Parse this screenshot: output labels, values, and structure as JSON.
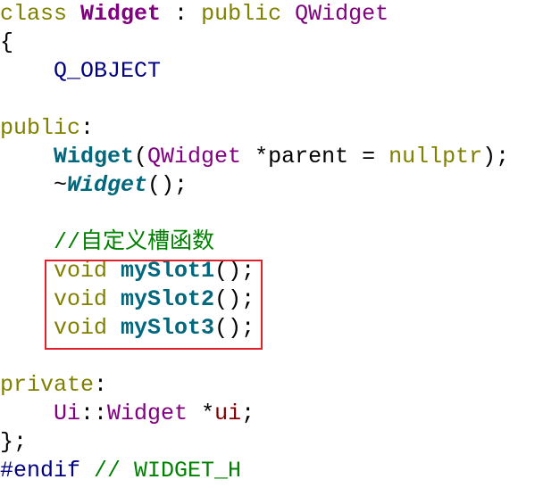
{
  "highlight_color": "#e0202a",
  "code_lines": [
    [
      {
        "t": "class",
        "c": "kw"
      },
      {
        "t": " ",
        "c": "pl"
      },
      {
        "t": "Widget",
        "c": "cls"
      },
      {
        "t": " : ",
        "c": "pl"
      },
      {
        "t": "public",
        "c": "kw"
      },
      {
        "t": " ",
        "c": "pl"
      },
      {
        "t": "QWidget",
        "c": "type"
      }
    ],
    [
      {
        "t": "{",
        "c": "pl"
      }
    ],
    [
      {
        "t": "    ",
        "c": "pl"
      },
      {
        "t": "Q_OBJECT",
        "c": "macro"
      }
    ],
    [],
    [
      {
        "t": "public",
        "c": "kw"
      },
      {
        "t": ":",
        "c": "pl"
      }
    ],
    [
      {
        "t": "    ",
        "c": "pl"
      },
      {
        "t": "Widget",
        "c": "fn"
      },
      {
        "t": "(",
        "c": "pl"
      },
      {
        "t": "QWidget",
        "c": "type"
      },
      {
        "t": " *parent = ",
        "c": "pl"
      },
      {
        "t": "nullptr",
        "c": "kw"
      },
      {
        "t": ");",
        "c": "pl"
      }
    ],
    [
      {
        "t": "    ~",
        "c": "pl"
      },
      {
        "t": "Widget",
        "c": "fni"
      },
      {
        "t": "();",
        "c": "pl"
      }
    ],
    [],
    [
      {
        "t": "    ",
        "c": "pl"
      },
      {
        "t": "//自定义槽函数",
        "c": "cm"
      }
    ],
    [
      {
        "t": "    ",
        "c": "pl"
      },
      {
        "t": "void",
        "c": "kw"
      },
      {
        "t": " ",
        "c": "pl"
      },
      {
        "t": "mySlot1",
        "c": "fn"
      },
      {
        "t": "();",
        "c": "pl"
      }
    ],
    [
      {
        "t": "    ",
        "c": "pl"
      },
      {
        "t": "void",
        "c": "kw"
      },
      {
        "t": " ",
        "c": "pl"
      },
      {
        "t": "mySlot2",
        "c": "fn"
      },
      {
        "t": "();",
        "c": "pl"
      }
    ],
    [
      {
        "t": "    ",
        "c": "pl"
      },
      {
        "t": "void",
        "c": "kw"
      },
      {
        "t": " ",
        "c": "pl"
      },
      {
        "t": "mySlot3",
        "c": "fn"
      },
      {
        "t": "();",
        "c": "pl"
      }
    ],
    [],
    [
      {
        "t": "private",
        "c": "kw"
      },
      {
        "t": ":",
        "c": "pl"
      }
    ],
    [
      {
        "t": "    ",
        "c": "pl"
      },
      {
        "t": "Ui",
        "c": "type"
      },
      {
        "t": "::",
        "c": "pl"
      },
      {
        "t": "Widget",
        "c": "type"
      },
      {
        "t": " *",
        "c": "pl"
      },
      {
        "t": "ui",
        "c": "var"
      },
      {
        "t": ";",
        "c": "pl"
      }
    ],
    [
      {
        "t": "};",
        "c": "pl"
      }
    ],
    [
      {
        "t": "#endif",
        "c": "pre"
      },
      {
        "t": " ",
        "c": "pl"
      },
      {
        "t": "// WIDGET_H",
        "c": "cm"
      }
    ]
  ]
}
